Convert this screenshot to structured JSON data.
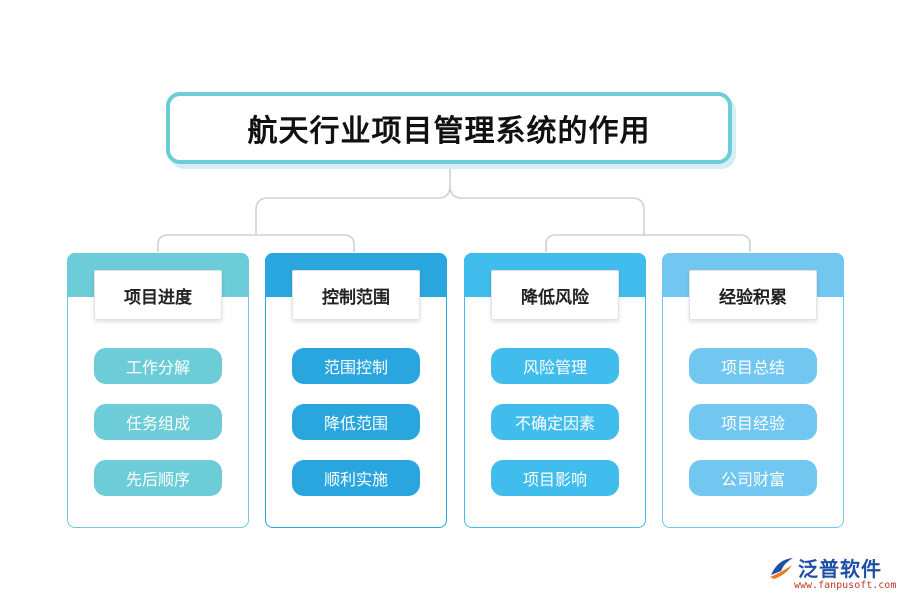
{
  "title": "航天行业项目管理系统的作用",
  "columns": [
    {
      "header": "项目进度",
      "color": "#6ccdd8",
      "items": [
        "工作分解",
        "任务组成",
        "先后顺序"
      ]
    },
    {
      "header": "控制范围",
      "color": "#2aa6df",
      "items": [
        "范围控制",
        "降低范围",
        "顺利实施"
      ]
    },
    {
      "header": "降低风险",
      "color": "#40bdec",
      "items": [
        "风险管理",
        "不确定因素",
        "项目影响"
      ]
    },
    {
      "header": "经验积累",
      "color": "#72c7f1",
      "items": [
        "项目总结",
        "项目经验",
        "公司财富"
      ]
    }
  ],
  "logo": {
    "name": "泛普软件",
    "url": "www.fanpusoft.com",
    "icon": "fanpu-logo-icon"
  },
  "colors": {
    "title_border": "#6ccdd8",
    "connector": "#c9d3da"
  }
}
